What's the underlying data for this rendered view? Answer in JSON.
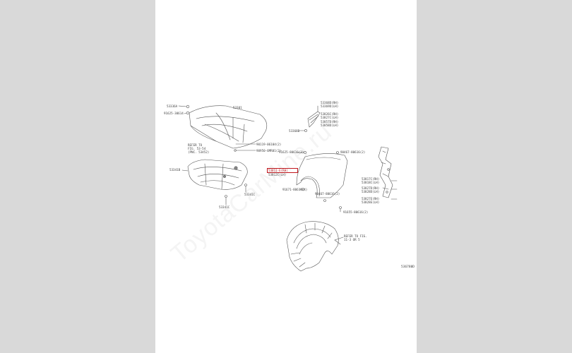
{
  "labels": {
    "hood_bumper": "53336A",
    "hood_bolt": "91625-30614",
    "hood": "53301",
    "refer_to": "REFER TO",
    "refer_fig": "FIG. 53-54",
    "refer_fig2": "(PNC. 53452)",
    "hood_screw": "90119-06104(2)",
    "hood_clip": "90950-6MR01(2)",
    "cover_assy": "53341B",
    "cover_left": "53341C",
    "cover_bottom": "53341C",
    "top_a": "53368D(RH)",
    "top_b": "53369D(LH)",
    "mid_a": "53826C(RH)",
    "mid_b": "53827C(LH)",
    "low_a": "53857D(RH)",
    "low_b": "53858D(LH)",
    "clip_left": "53368B",
    "bolt_left": "91625-80616(3)",
    "bolt_right": "90467-80616(2)",
    "fender_rh": "53811-E(RH)",
    "fender_lh": "53812C(LH)",
    "bottom_bolt": "91671-80616(4)",
    "bottom_bolt2": "90467-80616(2)",
    "right_a": "53817C(RH)",
    "right_b": "53818C(LH)",
    "right_c": "53827D(RH)",
    "right_d": "53828D(LH)",
    "right_e": "53827E(RH)",
    "right_f": "53828E(LH)",
    "bottom_right_bolt": "91655-80616(2)",
    "liner_ref1": "REFER TO FIG.",
    "liner_ref2": "11-3 OR 5",
    "watermark": "ToyotaCarMine.ru",
    "code": "536780D"
  },
  "colors": {
    "line": "#555555",
    "highlight": "#c0151b",
    "side_panel": "#d9d9d9"
  }
}
